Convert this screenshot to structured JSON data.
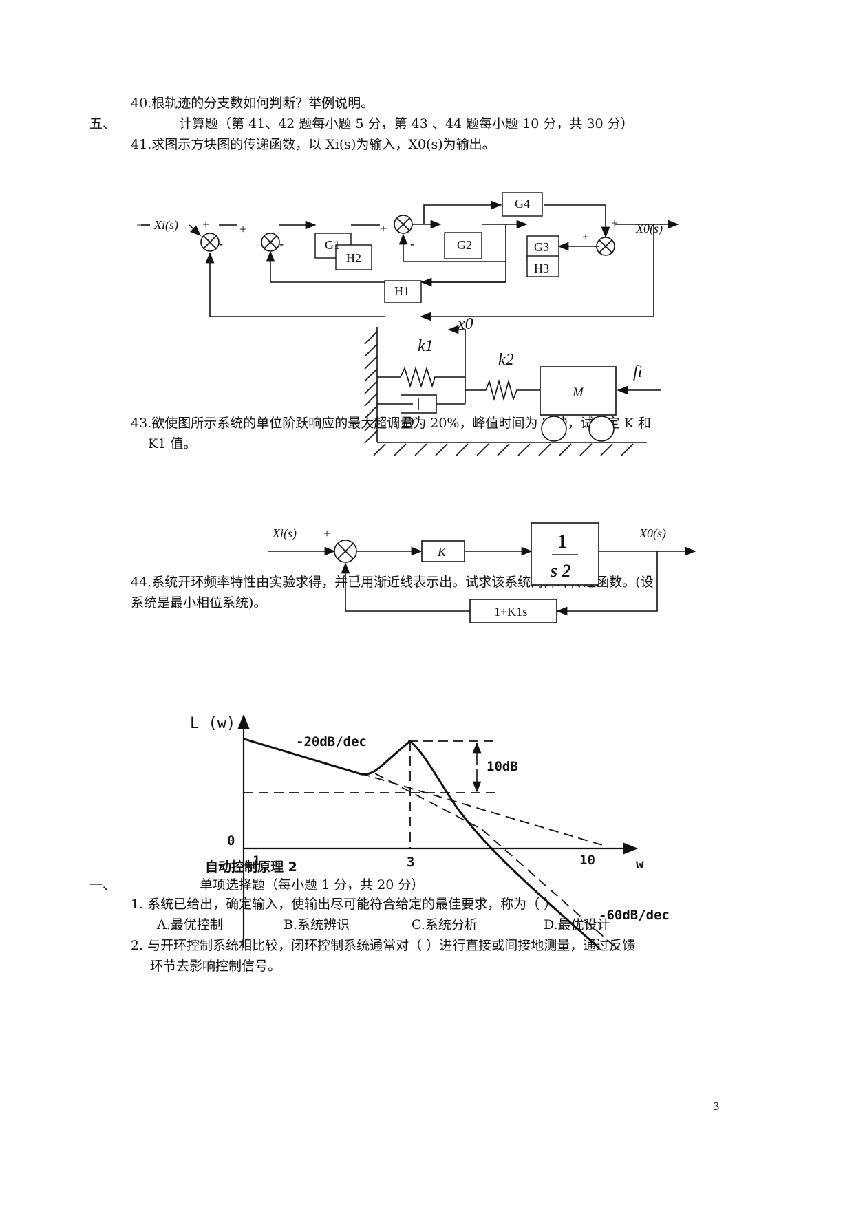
{
  "q40": "40.根轨迹的分支数如何判断？举例说明。",
  "sec5": {
    "num": "五、",
    "title": "计算题（第 41、42 题每小题 5 分，第 43 、44 题每小题 10 分，共 30 分）"
  },
  "q41": "41.求图示方块图的传递函数，以 Xi(s)为输入，X0(s)为输出。",
  "q43": {
    "line1": "43.欲使图所示系统的单位阶跃响应的最大超调量为 20%，峰值时间为 2 秒，试确定 K 和",
    "line2": "K1 值。"
  },
  "q44": {
    "line1": "44.系统开环频率特性由实验求得，并已用渐近线表示出。试求该系统的开环传递函数。(设",
    "line2": "系统是最小相位系统)。"
  },
  "diagram1": {
    "input": "Xi(s)",
    "output": "X0(s)",
    "blocks": [
      "G1",
      "H2",
      "G2",
      "G3",
      "H3",
      "G4",
      "H1"
    ],
    "signs": [
      "+",
      "+",
      "-",
      "-",
      "+",
      "-",
      "+",
      "+"
    ]
  },
  "diagram2": {
    "labels": {
      "x0": "x0",
      "k1": "k1",
      "k2": "k2",
      "fi": "fi",
      "M": "M",
      "D": "D"
    }
  },
  "diagram3": {
    "input": "Xi(s)",
    "output": "X0(s)",
    "plus": "+",
    "minus": "-",
    "forward_gain": "K",
    "plant_num": "1",
    "plant_den": "s 2",
    "feedback": "1+K1s"
  },
  "bode": {
    "ylabel": "L (w)",
    "xlabel": "w",
    "slope1": "-20dB/dec",
    "slope2": "-60dB/dec",
    "peak": "10dB",
    "ticks": [
      "0",
      "1",
      "3",
      "10"
    ]
  },
  "part2": {
    "title": "自动控制原理 2",
    "sec1": {
      "num": "一、",
      "title": "单项选择题（每小题 1 分，共 20 分）"
    },
    "q1": "1. 系统已给出，确定输入，使输出尽可能符合给定的最佳要求，称为（   ）",
    "q1_options": [
      "A.最优控制",
      "B.系统辨识",
      "C.系统分析",
      "D.最优设计"
    ],
    "q2_line1": "2. 与开环控制系统相比较，闭环控制系统通常对（   ）进行直接或间接地测量，通过反馈",
    "q2_line2": "环节去影响控制信号。"
  },
  "page_number": "3"
}
